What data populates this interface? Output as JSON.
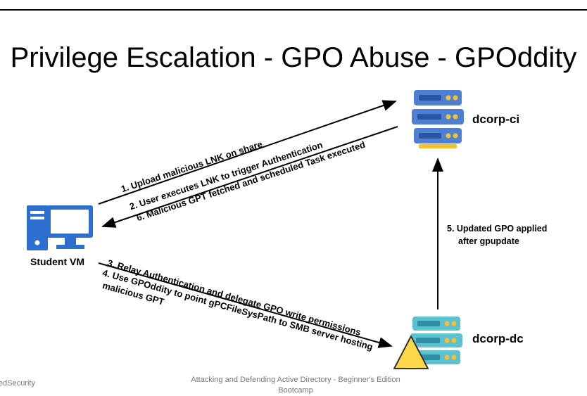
{
  "title": "Privilege Escalation - GPO Abuse - GPOddity",
  "nodes": {
    "student": "Student VM",
    "ci": "dcorp-ci",
    "dc": "dcorp-dc"
  },
  "steps": {
    "s1": "1. Upload malicious LNK on share",
    "s2": "2. User executes LNK to trigger Authentication",
    "s6": "6. Malicious GPT fetched and scheduled Task executed",
    "s3": "3. Relay Authentication and delegate GPO write permissions",
    "s4a": "4. Use GPOddity to point gPCFileSysPath to SMB server hosting",
    "s4b": "malicious GPT",
    "s5a": "5. Updated GPO applied",
    "s5b": "after gpupdate"
  },
  "footer": {
    "left": "edSecurity",
    "center": "Attacking and Defending Active Directory - Beginner's Edition Bootcamp"
  },
  "colors": {
    "server_blue": "#4f7fd1",
    "server_teal": "#5bc0cf",
    "server_yellow": "#f2c230",
    "monitor_blue": "#2f6ed1",
    "warning_yellow": "#ffd84a"
  },
  "icons": [
    "server-icon",
    "computer-icon",
    "warning-icon"
  ]
}
